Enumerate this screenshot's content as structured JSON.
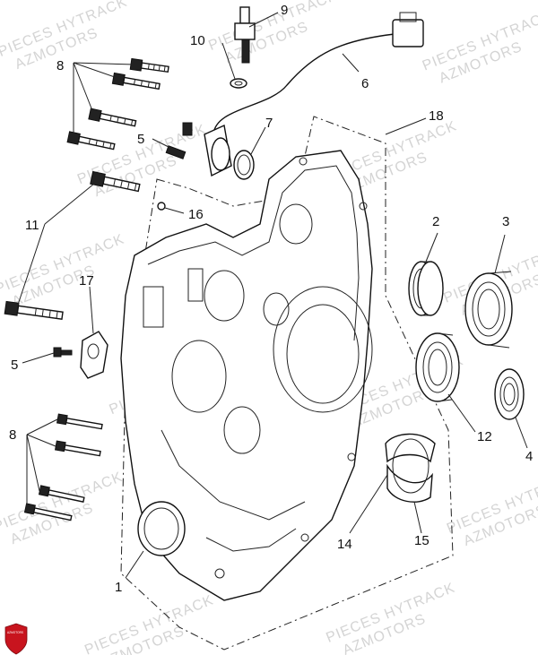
{
  "watermark": {
    "line1": "PIECES HYTRACK",
    "line2": "AZMOTORS"
  },
  "logo_text": "AZMOTORS",
  "labels": {
    "n1": "1",
    "n2": "2",
    "n3": "3",
    "n4": "4",
    "n5a": "5",
    "n5b": "5",
    "n6": "6",
    "n7": "7",
    "n8a": "8",
    "n8b": "8",
    "n9": "9",
    "n10": "10",
    "n11": "11",
    "n12": "12",
    "n14": "14",
    "n15": "15",
    "n16": "16",
    "n17": "17",
    "n18": "18"
  },
  "colors": {
    "line": "#111111",
    "watermark": "#d4d4d4",
    "logo_red": "#c8141e"
  }
}
